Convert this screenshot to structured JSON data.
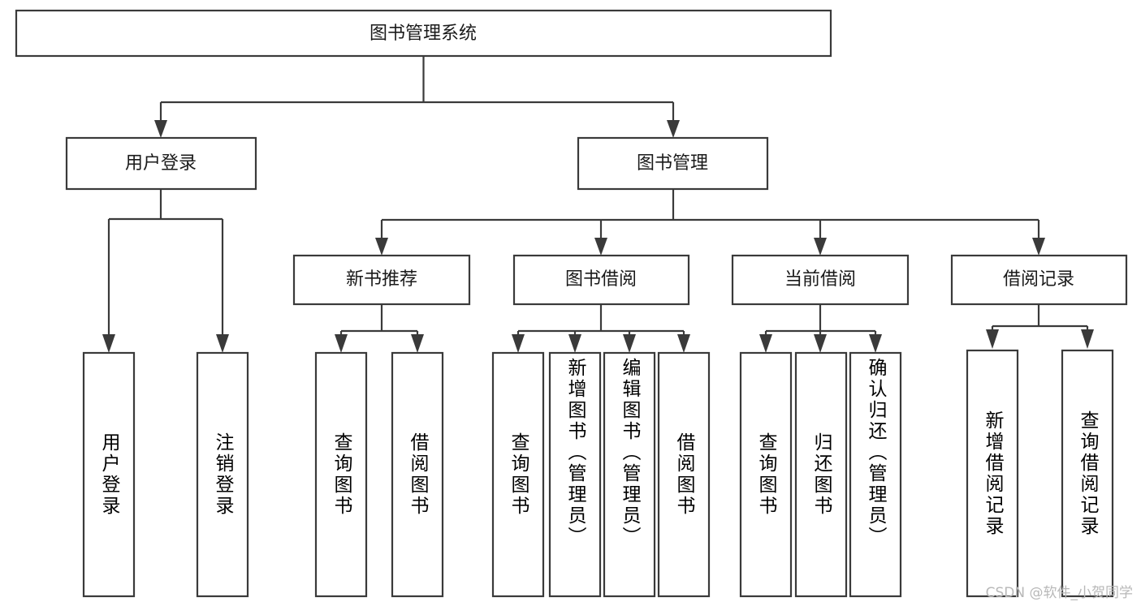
{
  "diagram": {
    "type": "tree",
    "title": "图书管理系统",
    "watermark": "CSDN @软件_小贺同学",
    "colors": {
      "box_fill": "#ffffff",
      "box_stroke": "#3a3a3a",
      "text": "#1a1a1a",
      "watermark": "#b8b8b8",
      "background": "#ffffff"
    },
    "levels": {
      "root": {
        "label": "图书管理系统"
      },
      "level2": [
        {
          "id": "user-login",
          "label": "用户登录"
        },
        {
          "id": "book-manage",
          "label": "图书管理"
        }
      ],
      "level3": [
        {
          "id": "new-book-recommend",
          "label": "新书推荐",
          "parent": "book-manage"
        },
        {
          "id": "book-borrow",
          "label": "图书借阅",
          "parent": "book-manage"
        },
        {
          "id": "current-borrow",
          "label": "当前借阅",
          "parent": "book-manage"
        },
        {
          "id": "borrow-record",
          "label": "借阅记录",
          "parent": "book-manage"
        }
      ],
      "leaves": [
        {
          "id": "leaf-user-login",
          "label": "用户登录",
          "parent": "user-login"
        },
        {
          "id": "leaf-logout",
          "label": "注销登录",
          "parent": "user-login"
        },
        {
          "id": "leaf-query-book-1",
          "label": "查询图书",
          "parent": "new-book-recommend"
        },
        {
          "id": "leaf-borrow-book-1",
          "label": "借阅图书",
          "parent": "new-book-recommend"
        },
        {
          "id": "leaf-query-book-2",
          "label": "查询图书",
          "parent": "book-borrow"
        },
        {
          "id": "leaf-add-book",
          "label": "新增图书（管理员）",
          "parent": "book-borrow"
        },
        {
          "id": "leaf-edit-book",
          "label": "编辑图书（管理员）",
          "parent": "book-borrow"
        },
        {
          "id": "leaf-borrow-book-2",
          "label": "借阅图书",
          "parent": "book-borrow"
        },
        {
          "id": "leaf-query-book-3",
          "label": "查询图书",
          "parent": "current-borrow"
        },
        {
          "id": "leaf-return-book",
          "label": "归还图书",
          "parent": "current-borrow"
        },
        {
          "id": "leaf-confirm-return",
          "label": "确认归还（管理员）",
          "parent": "current-borrow"
        },
        {
          "id": "leaf-add-record",
          "label": "新增借阅记录",
          "parent": "borrow-record"
        },
        {
          "id": "leaf-query-record",
          "label": "查询借阅记录",
          "parent": "borrow-record"
        }
      ]
    }
  }
}
